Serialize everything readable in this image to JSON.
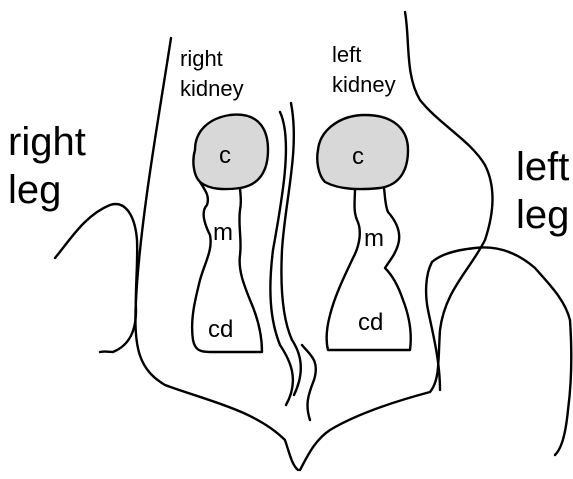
{
  "labels": {
    "right_leg": [
      "right",
      "leg"
    ],
    "left_leg": [
      "left",
      "leg"
    ],
    "right_kidney": [
      "right",
      "kidney"
    ],
    "left_kidney": [
      "left",
      "kidney"
    ],
    "right_regions": {
      "cortex": "c",
      "medulla": "m",
      "collecting_duct": "cd"
    },
    "left_regions": {
      "cortex": "c",
      "medulla": "m",
      "collecting_duct": "cd"
    }
  },
  "colors": {
    "line": "#000000",
    "cortex_fill": "#d8d8d8",
    "background": "#ffffff"
  }
}
